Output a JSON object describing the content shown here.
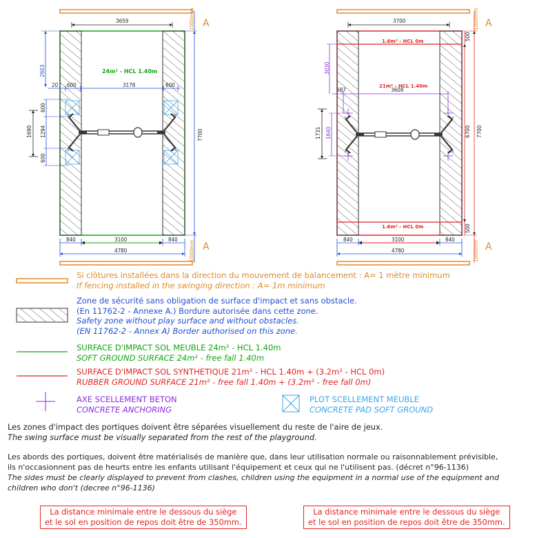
{
  "left_plan": {
    "dim_top": "3659",
    "dim_left_top": "2603",
    "dim_row": [
      "20",
      "600",
      "3178",
      "600"
    ],
    "dim_side_total": "1690",
    "dim_side_parts": [
      "600",
      "1294",
      "600"
    ],
    "dim_right": "7700",
    "dim_top_margin": "1000mm",
    "dim_bottom_margin": "1000mm",
    "dim_bottom_row": [
      "840",
      "3100",
      "840"
    ],
    "dim_bottom_total": "4780",
    "surface_label": "24m² - HCL 1.40m",
    "mark_a_top": "A",
    "mark_a_bottom": "A"
  },
  "right_plan": {
    "dim_top": "3700",
    "dim_left_top": "3030",
    "dim_row": [
      "587",
      "3608"
    ],
    "dim_side_total": "1731",
    "dim_side_part": "1640",
    "dim_right_outer": "7700",
    "dim_right_inner": "6700",
    "dim_right_small_top": "500",
    "dim_right_small_bottom": "500",
    "dim_top_margin": "1000mm",
    "dim_bottom_margin": "1000mm",
    "dim_bottom_row": [
      "840",
      "3100",
      "840"
    ],
    "dim_bottom_total": "4780",
    "label_top": "1.6m² - HCL 0m",
    "label_main": "21m² - HCL 1.40m",
    "label_bottom": "1.6m² - HCL 0m",
    "mark_a_top": "A",
    "mark_a_bottom": "A"
  },
  "legend": {
    "fence_fr": "Si clôtures installées dans la direction du mouvement de balancement : A= 1 mètre minimum",
    "fence_en": "If fencing installed in the swinging direction : A= 1m minimum",
    "zone_fr1": "Zone de sécurité sans obligation de surface d'impact et sans obstacle.",
    "zone_fr2": "(En 11762-2 - Annexe A.) Bordure autorisée dans cette zone.",
    "zone_en1": "Safety zone without play surface and without obstacles.",
    "zone_en2": "(EN 11762-2 - Annex A) Border authorised on this zone.",
    "soft_fr": "SURFACE D'IMPACT SOL MEUBLE 24m² - HCL 1.40m",
    "soft_en": "SOFT GROUND SURFACE 24m² - free fall 1.40m",
    "rubber_fr": "SURFACE D'IMPACT SOL SYNTHETIQUE 21m² - HCL 1.40m + (3.2m² - HCL 0m)",
    "rubber_en": "RUBBER GROUND SURFACE 21m² - free fall 1.40m + (3.2m² - free fall 0m)",
    "axe_fr": "AXE SCELLEMENT BETON",
    "axe_en": "CONCRETE ANCHORING",
    "plot_fr": "PLOT SCELLEMENT MEUBLE",
    "plot_en": "CONCRETE PAD SOFT GROUND"
  },
  "notes": {
    "p1_fr": "Les zones d'impact des portiques doivent être séparées visuellement du reste de l'aire de jeux.",
    "p1_en": "The swing surface must be visually separated from the rest of the playground.",
    "p2_fr1": "Les abords des portiques, doivent être matérialisés de manière que, dans leur utilisation normale ou raisonnablement prévisible,",
    "p2_fr2": "ils n'occasionnent pas de heurts entre les enfants utilisant l'équipement et ceux qui ne l'utilisent pas. (décret n°96-1136)",
    "p2_en1": "The sides must be clearly displayed to prevent from clashes, children using the equipment in a normal use of the equipment and",
    "p2_en2": "children who don't (decree n°96-1136)",
    "box_left_1": "La distance minimale entre le dessous du siège",
    "box_left_2": "et le sol en position de repos doit être de 350mm.",
    "box_right_1": "La distance minimale entre le dessous du siège",
    "box_right_2": "et le sol en position de repos doit être de 350mm."
  },
  "colors": {
    "orange": "#e08a2c",
    "blue": "#1f4fd6",
    "green": "#11a511",
    "red": "#e32222",
    "violet": "#8a2be2",
    "light_blue": "#3aa6e8"
  }
}
